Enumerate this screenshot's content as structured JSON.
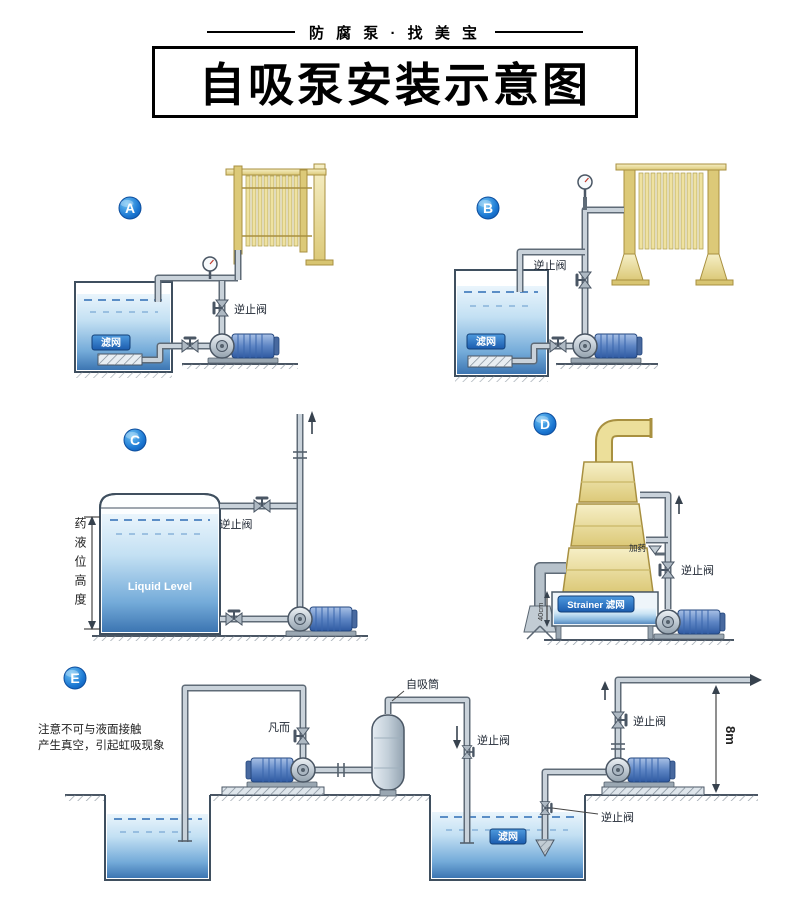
{
  "header": {
    "tagline": "防 腐 泵 · 找 美 宝",
    "title": "自吸泵安装示意图"
  },
  "colors": {
    "badge_blue": "#1b77d2",
    "label_badge_blue": "#2a6fbe",
    "equipment_yellow": "#e8d98a",
    "water_blue": "#5b9bd5",
    "pump_motor_blue": "#4a77b8"
  },
  "diagrams": {
    "a": {
      "badge": "A",
      "check_valve": "逆止阀",
      "strainer": "滤网"
    },
    "b": {
      "badge": "B",
      "check_valve": "逆止阀",
      "strainer": "滤网"
    },
    "c": {
      "badge": "C",
      "check_valve": "逆止阀",
      "liquid_level": "Liquid Level",
      "level_height_label": "药液位高度"
    },
    "d": {
      "badge": "D",
      "check_valve": "逆止阀",
      "dosing": "加药",
      "strainer": "Strainer 滤网",
      "height": "40cm"
    },
    "e": {
      "badge": "E",
      "note_line1": "注意不可与液面接触",
      "note_line2": "产生真空，引起虹吸现象",
      "valve": "凡而",
      "self_priming_tank": "自吸筒",
      "check_valve_mid": "逆止阀",
      "strainer": "滤网",
      "check_valve_top_right": "逆止阀",
      "check_valve_bottom_right": "逆止阀",
      "height": "8m"
    }
  }
}
